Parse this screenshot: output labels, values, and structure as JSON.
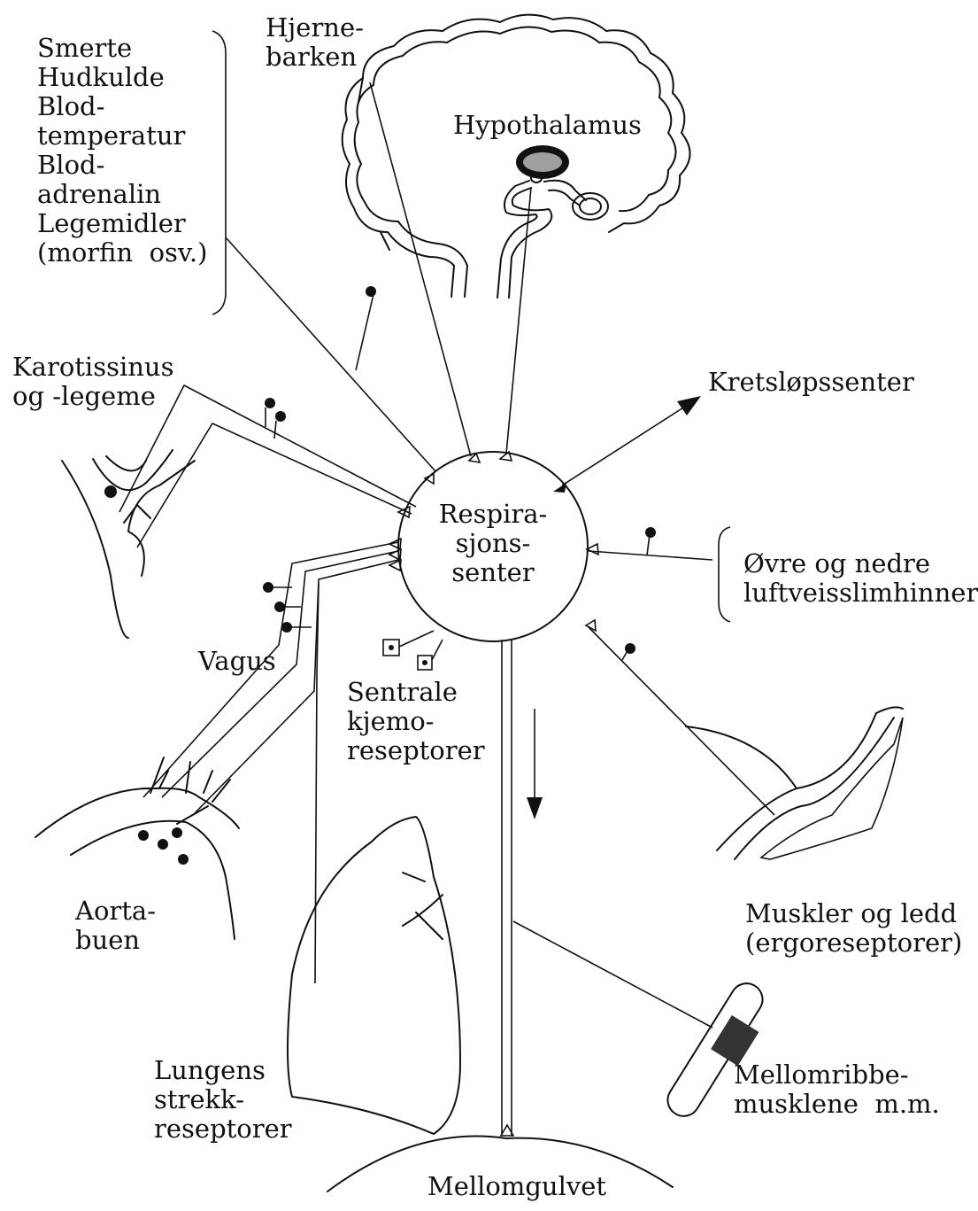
{
  "labels": {
    "hjernebarken": "Hjerne-\nbarken",
    "hypothalamus": "Hypothalamus",
    "stimuli": "Smerte\nHudkulde\nBlod-\ntemperatur\nBlod-\nadrenalin\nLegemidler\n(morfin  osv.)",
    "karotis": "Karotissinus\nog -legeme",
    "kretslop": "Kretsløpssenter",
    "respirasjon": "Respira-\nsjons-\nsenter",
    "luftveier": "Øvre og nedre\nluftveisslimhinner",
    "vagus": "Vagus",
    "sentrale": "Sentrale\nkjemo-\nreseptorer",
    "muskler": "Muskler og ledd\n(ergoreseptorer)",
    "aorta": "Aorta-\nbuen",
    "lungens": "Lungens\nstrekk-\nreseptorer",
    "mellomribbe": "Mellomribbe-\nmusklene  m.m.",
    "mellomgulvet": "Mellomgulvet"
  }
}
